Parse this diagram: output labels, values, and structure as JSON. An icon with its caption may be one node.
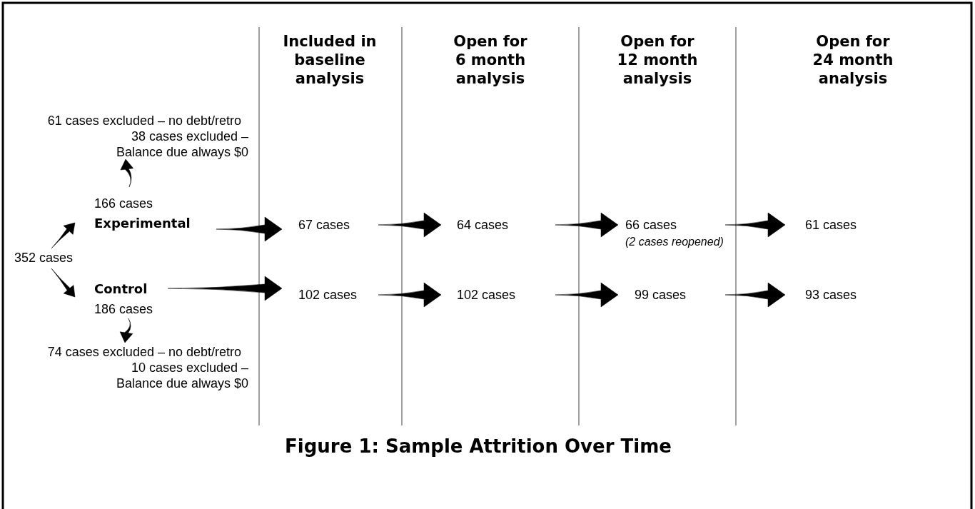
{
  "diagram": {
    "caption": "Figure 1: Sample Attrition Over Time",
    "nodes": [
      {
        "text": [
          "352 cases"
        ]
      },
      {
        "text": [
          "166 cases",
          "Experimental"
        ]
      },
      {
        "text": [
          "Control",
          "186 cases"
        ]
      },
      {
        "text": [
          "61 cases excluded – no debt/retro",
          "38 cases excluded – Balance due always $0"
        ]
      },
      {
        "text": [
          "74 cases excluded – no debt/retro",
          "10 cases excluded – Balance due always $0"
        ]
      },
      {
        "text": [
          "67 cases"
        ]
      },
      {
        "text": [
          "64 cases"
        ]
      },
      {
        "text": [
          "66 cases"
        ],
        "beside": [
          "(2 cases reopened)"
        ]
      },
      {
        "text": [
          "61 cases"
        ]
      },
      {
        "text": [
          "102 cases"
        ]
      },
      {
        "text": [
          "102 cases"
        ]
      },
      {
        "text": [
          "99 cases"
        ]
      },
      {
        "text": [
          "93 cases"
        ]
      }
    ],
    "edges": [
      {
        "from": 0,
        "to": 1,
        "arrow": "to"
      },
      {
        "from": 0,
        "to": 2,
        "arrow": "to"
      },
      {
        "from": 1,
        "to": 3,
        "arrow": "to"
      },
      {
        "from": 2,
        "to": 4,
        "arrow": "to"
      },
      {
        "from": 1,
        "to": 5,
        "arrow": "to"
      },
      {
        "from": 5,
        "to": 6,
        "arrow": "to"
      },
      {
        "from": 6,
        "to": 7,
        "arrow": "to"
      },
      {
        "from": 7,
        "to": 8,
        "arrow": "to"
      },
      {
        "from": 2,
        "to": 9,
        "arrow": "to"
      },
      {
        "from": 9,
        "to": 10,
        "arrow": "to"
      },
      {
        "from": 10,
        "to": 11,
        "arrow": "to"
      },
      {
        "from": 11,
        "to": 12,
        "arrow": "to"
      }
    ],
    "labels": [
      "Included in baseline analysis",
      "Open for 6 month analysis",
      "Open for 12 month analysis",
      "Open for 24 month analysis"
    ]
  }
}
